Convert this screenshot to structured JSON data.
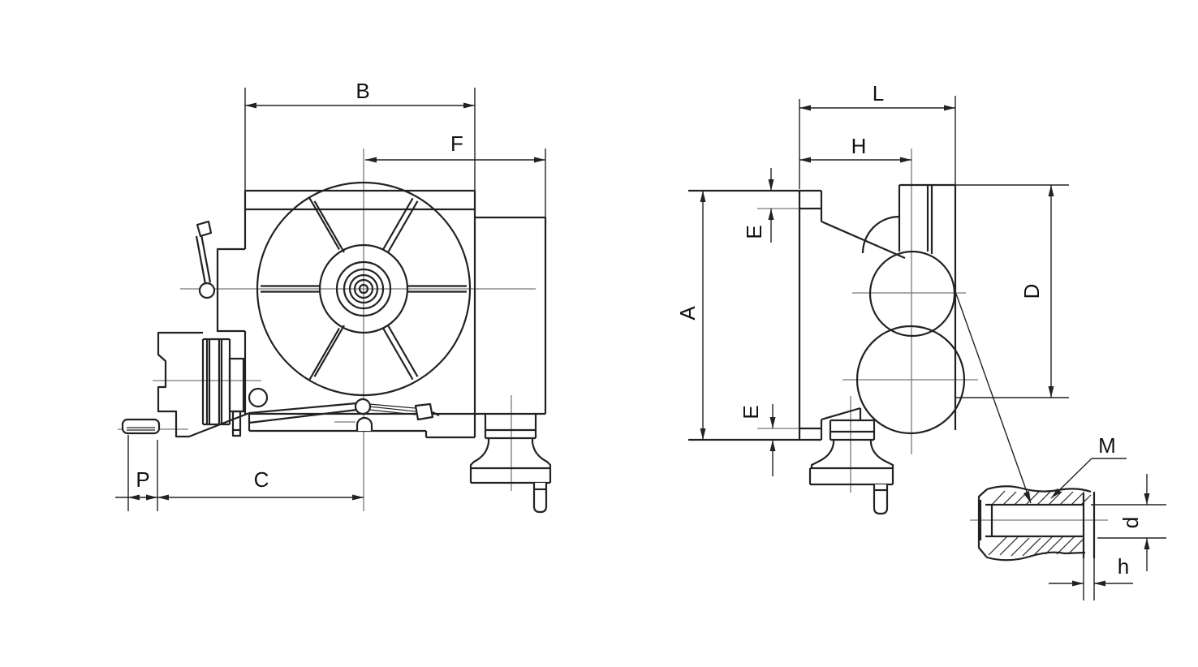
{
  "page": {
    "background": "#ffffff",
    "line_color": "#222222",
    "centerline_color": "#787878"
  },
  "front_view": {
    "b": "B",
    "f": "F",
    "p": "P",
    "c": "C"
  },
  "side_view": {
    "l": "L",
    "h": "H",
    "e_top": "E",
    "e_bottom": "E",
    "a": "A",
    "d": "D"
  },
  "bore_detail": {
    "m": "M",
    "d": "d",
    "h": "h"
  }
}
